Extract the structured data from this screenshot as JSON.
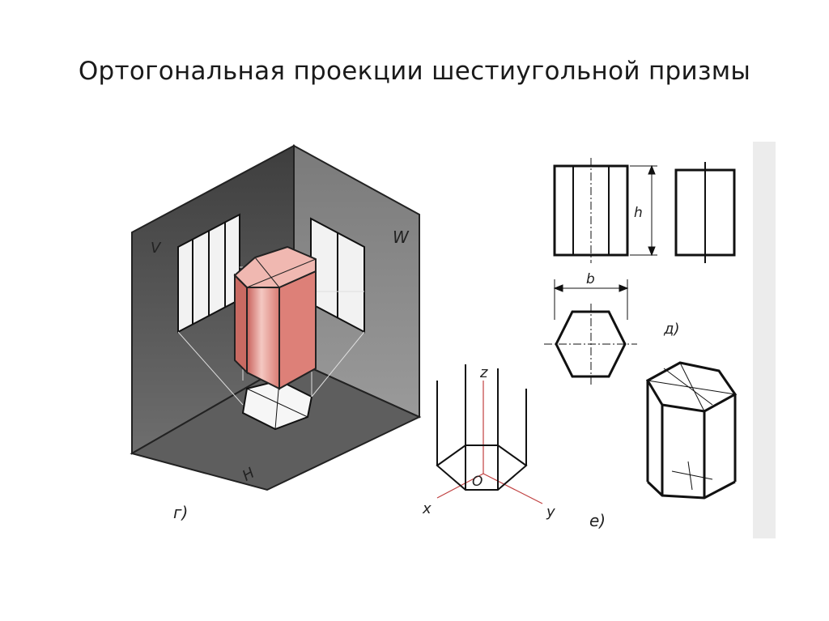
{
  "title": "Ортогональная проекции шестиугольной призмы",
  "labels": {
    "plane_v": "V",
    "plane_w": "W",
    "plane_h": "H",
    "fig_g": "г)",
    "fig_d": "д)",
    "fig_e": "е)",
    "axis_x": "x",
    "axis_y": "y",
    "axis_z": "z",
    "origin": "O",
    "dim_h": "h",
    "dim_b": "b"
  },
  "colors": {
    "plane_dark": "#4a4a4a",
    "plane_mid": "#6a6a6a",
    "plane_light": "#8a8a8a",
    "prism_face": "#e79a92",
    "prism_top": "#f3c4bd",
    "axis_red": "#c04040"
  }
}
